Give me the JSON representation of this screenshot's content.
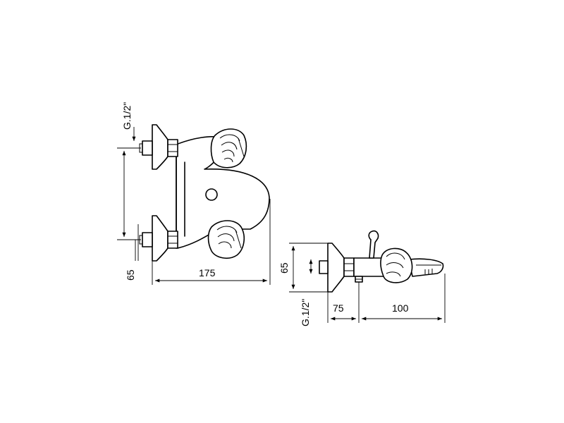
{
  "front_view": {
    "thread_label": "G.1/2\"",
    "dim_width": "175",
    "dim_height": "65"
  },
  "side_view": {
    "thread_label": "G.1/2\"",
    "dim_height": "65",
    "dim_depth": "75",
    "dim_spout": "100"
  },
  "colors": {
    "line": "#000000",
    "background": "#ffffff"
  }
}
